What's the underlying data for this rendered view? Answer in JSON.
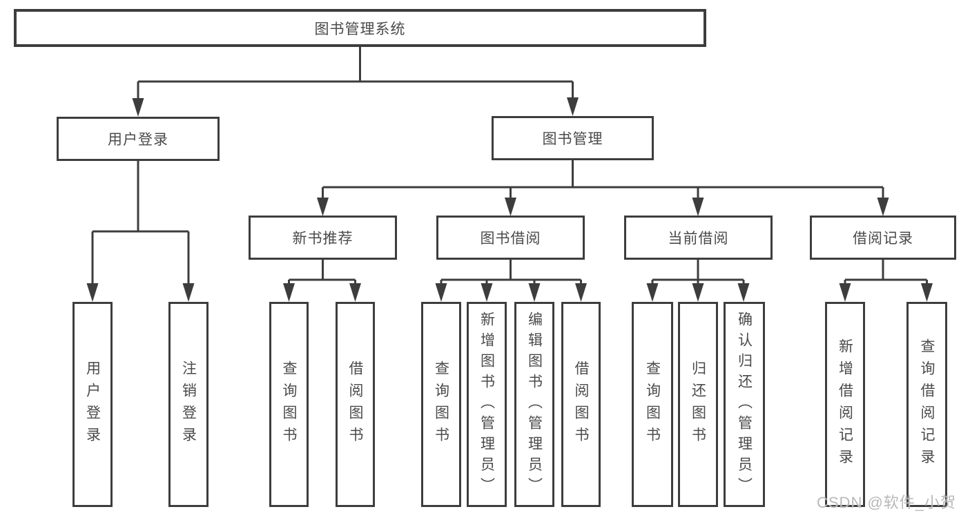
{
  "diagram": {
    "root": {
      "id": "root",
      "label": "图书管理系统"
    },
    "level1": [
      {
        "id": "user-login",
        "label": "用户登录"
      },
      {
        "id": "book-management",
        "label": "图书管理"
      }
    ],
    "level2": [
      {
        "id": "new-book-recommend",
        "label": "新书推荐",
        "parent": "book-management"
      },
      {
        "id": "book-borrowing",
        "label": "图书借阅",
        "parent": "book-management"
      },
      {
        "id": "current-borrowing",
        "label": "当前借阅",
        "parent": "book-management"
      },
      {
        "id": "borrowing-records",
        "label": "借阅记录",
        "parent": "book-management"
      }
    ],
    "level3": [
      {
        "id": "leaf-user-login",
        "label": "用户登录",
        "parent": "user-login"
      },
      {
        "id": "leaf-logout",
        "label": "注销登录",
        "parent": "user-login"
      },
      {
        "id": "leaf-query-books-1",
        "label": "查询图书",
        "parent": "new-book-recommend"
      },
      {
        "id": "leaf-borrow-books-1",
        "label": "借阅图书",
        "parent": "new-book-recommend"
      },
      {
        "id": "leaf-query-books-2",
        "label": "查询图书",
        "parent": "book-borrowing"
      },
      {
        "id": "leaf-add-books",
        "label": "新增图书（管理员）",
        "parent": "book-borrowing"
      },
      {
        "id": "leaf-edit-books",
        "label": "编辑图书（管理员）",
        "parent": "book-borrowing"
      },
      {
        "id": "leaf-borrow-books-2",
        "label": "借阅图书",
        "parent": "book-borrowing"
      },
      {
        "id": "leaf-query-books-3",
        "label": "查询图书",
        "parent": "current-borrowing"
      },
      {
        "id": "leaf-return-books",
        "label": "归还图书",
        "parent": "current-borrowing"
      },
      {
        "id": "leaf-confirm-return",
        "label": "确认归还（管理员）",
        "parent": "current-borrowing"
      },
      {
        "id": "leaf-add-borrow-record",
        "label": "新增借阅记录",
        "parent": "borrowing-records"
      },
      {
        "id": "leaf-query-borrow-record",
        "label": "查询借阅记录",
        "parent": "borrowing-records"
      }
    ]
  },
  "watermark": {
    "text": "CSDN @软件_小贺同学"
  },
  "colors": {
    "line": "#3d3d3d",
    "text": "#4a4a4a",
    "watermark": "#b5b5b5",
    "background": "#ffffff"
  }
}
